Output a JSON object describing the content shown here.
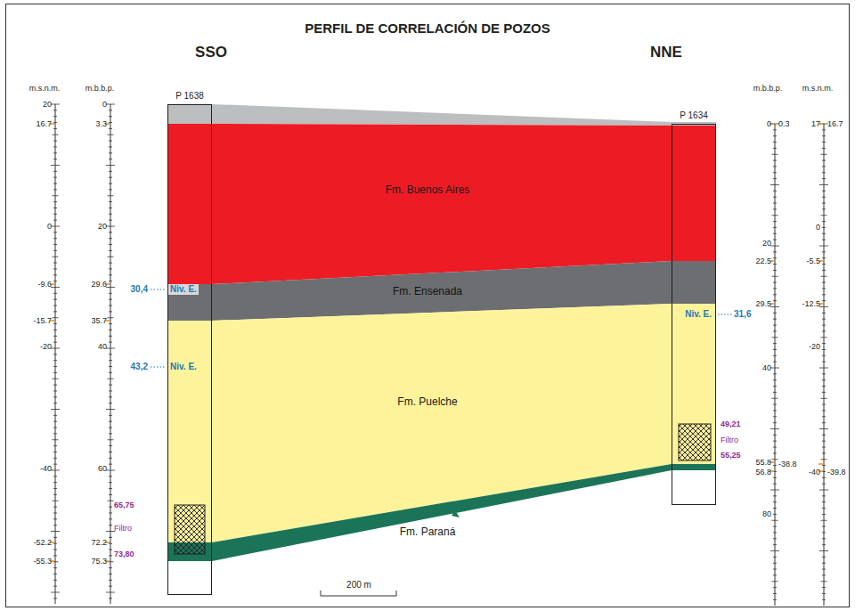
{
  "diagram": {
    "title": "PERFIL DE CORRELACIÓN DE POZOS",
    "nodes": [
      {
        "text": [
          "P 1638"
        ]
      },
      {
        "text": [
          "P 1634"
        ]
      },
      {
        "text": [
          "Fm. Buenos Aires"
        ]
      },
      {
        "text": [
          "Fm. Ensenada"
        ]
      },
      {
        "text": [
          "Fm. Puelche"
        ]
      },
      {
        "text": [
          "Fm. Paraná"
        ]
      }
    ],
    "labels": [
      "SSO",
      "NNE",
      "m.s.n.m.",
      "m.b.b.p.",
      "m.b.b.p.",
      "m.s.n.m.",
      "20",
      "16.7",
      "0",
      "-9.6",
      "-15.7",
      "-20",
      "-40",
      "-52.2",
      "-55.3",
      "0",
      "3.3",
      "20",
      "29.6",
      "35.7",
      "40",
      "60",
      "72.2",
      "75.3",
      "65,75",
      "Filtro",
      "73,80",
      "30,4",
      "Niv. E.",
      "43,2",
      "Niv. E.",
      "Niv. E.",
      "31,6",
      "49,21",
      "Filtro",
      "55,25",
      "0",
      "0.3",
      "20",
      "22.5",
      "29.5",
      "40",
      "55.8",
      "56.8",
      "80",
      "17",
      "16.7",
      "0",
      "-5.5",
      "-12.5",
      "-20",
      "-38.8",
      "-40",
      "-39.8",
      "200 m"
    ]
  }
}
